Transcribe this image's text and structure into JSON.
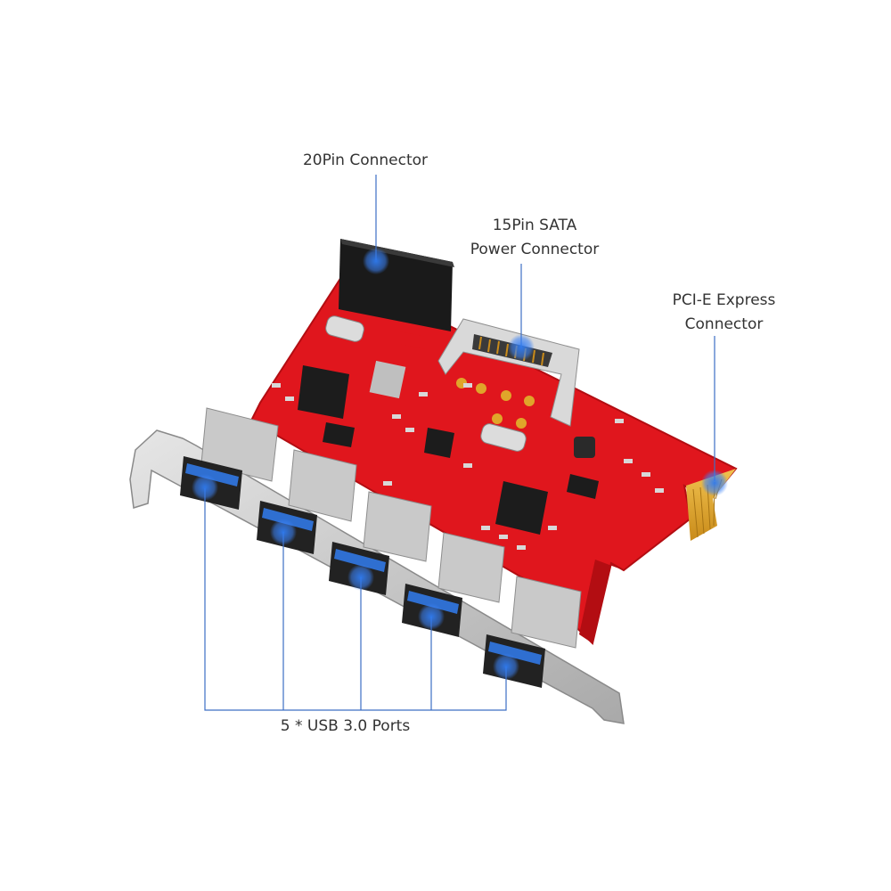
{
  "callouts": {
    "connector_20pin": "20Pin Connector",
    "sata_line1": "15Pin SATA",
    "sata_line2": "Power Connector",
    "pcie_line1": "PCI-E Express",
    "pcie_line2": "Connector",
    "usb_ports": "5 * USB 3.0 Ports"
  },
  "colors": {
    "board": "#e0161d",
    "board_dark": "#b30d12",
    "bracket": "#cfcfcf",
    "port_metal": "#c9c9c9",
    "usb_blue": "#2f6fd1",
    "gold": "#e0a52a",
    "callout_line": "#3d6fc4",
    "marker": "#3b82f6",
    "chip": "#1c1c1c"
  }
}
